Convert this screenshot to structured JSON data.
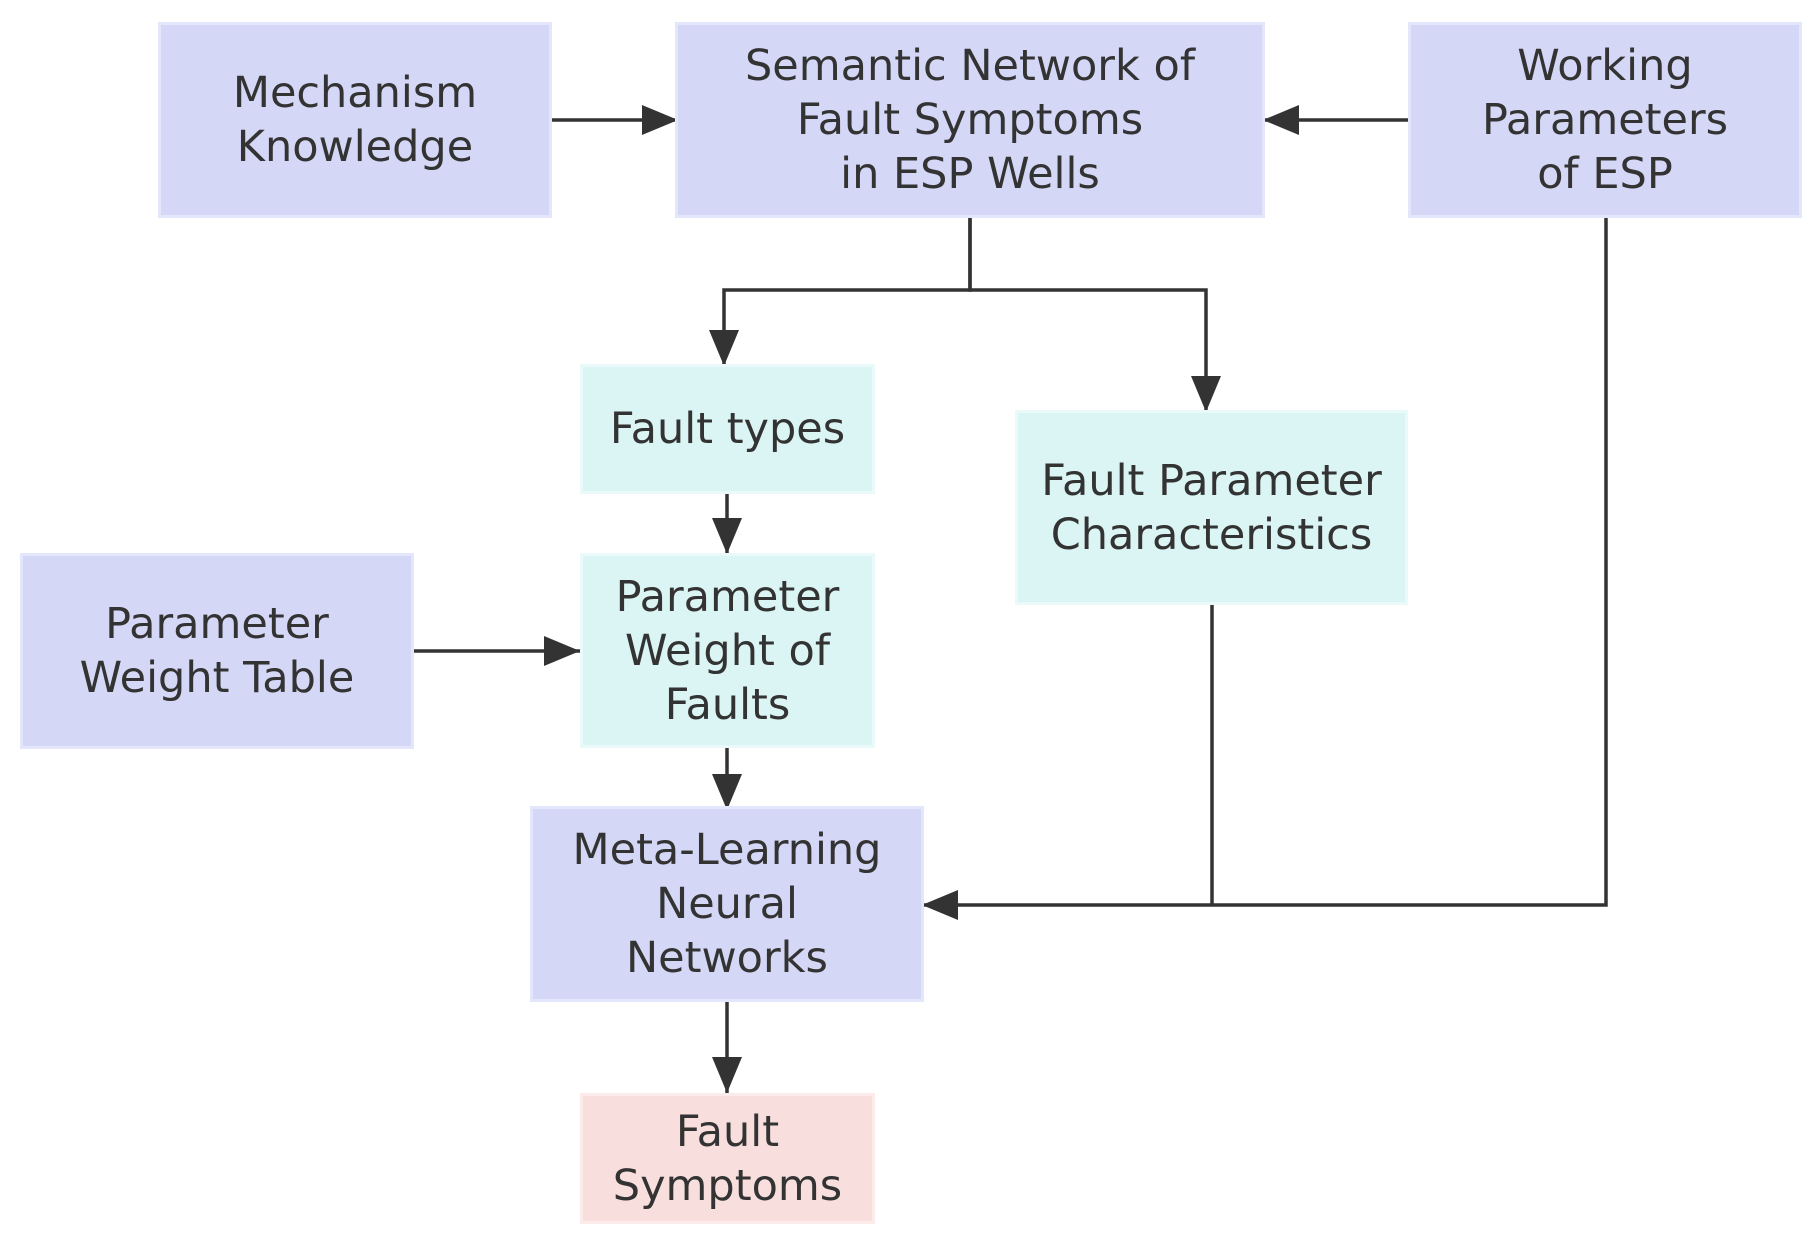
{
  "nodes": {
    "mechanism": {
      "label": "Mechanism\nKnowledge",
      "color": "#d4d7f6"
    },
    "semantic": {
      "label": "Semantic Network of\nFault Symptoms\nin ESP Wells",
      "color": "#d4d7f6"
    },
    "working": {
      "label": "Working\nParameters\nof ESP",
      "color": "#d4d7f6"
    },
    "fault_types": {
      "label": "Fault types",
      "color": "#dbf4f4"
    },
    "fault_param_char": {
      "label": "Fault Parameter\nCharacteristics",
      "color": "#dbf4f4"
    },
    "param_weight_table": {
      "label": "Parameter\nWeight Table",
      "color": "#d4d7f6"
    },
    "param_weight_faults": {
      "label": "Parameter\nWeight of\nFaults",
      "color": "#dbf4f4"
    },
    "meta_learning": {
      "label": "Meta-Learning\nNeural\nNetworks",
      "color": "#d4d7f6"
    },
    "fault_symptoms": {
      "label": "Fault\nSymptoms",
      "color": "#f9dede"
    }
  },
  "edges": [
    {
      "from": "mechanism",
      "to": "semantic"
    },
    {
      "from": "working",
      "to": "semantic"
    },
    {
      "from": "semantic",
      "to": "fault_types"
    },
    {
      "from": "semantic",
      "to": "fault_param_char"
    },
    {
      "from": "fault_types",
      "to": "param_weight_faults"
    },
    {
      "from": "param_weight_table",
      "to": "param_weight_faults"
    },
    {
      "from": "param_weight_faults",
      "to": "meta_learning"
    },
    {
      "from": "fault_param_char",
      "to": "meta_learning"
    },
    {
      "from": "working",
      "to": "meta_learning"
    },
    {
      "from": "meta_learning",
      "to": "fault_symptoms"
    }
  ],
  "colors": {
    "edge": "#333333",
    "text": "#333333"
  }
}
